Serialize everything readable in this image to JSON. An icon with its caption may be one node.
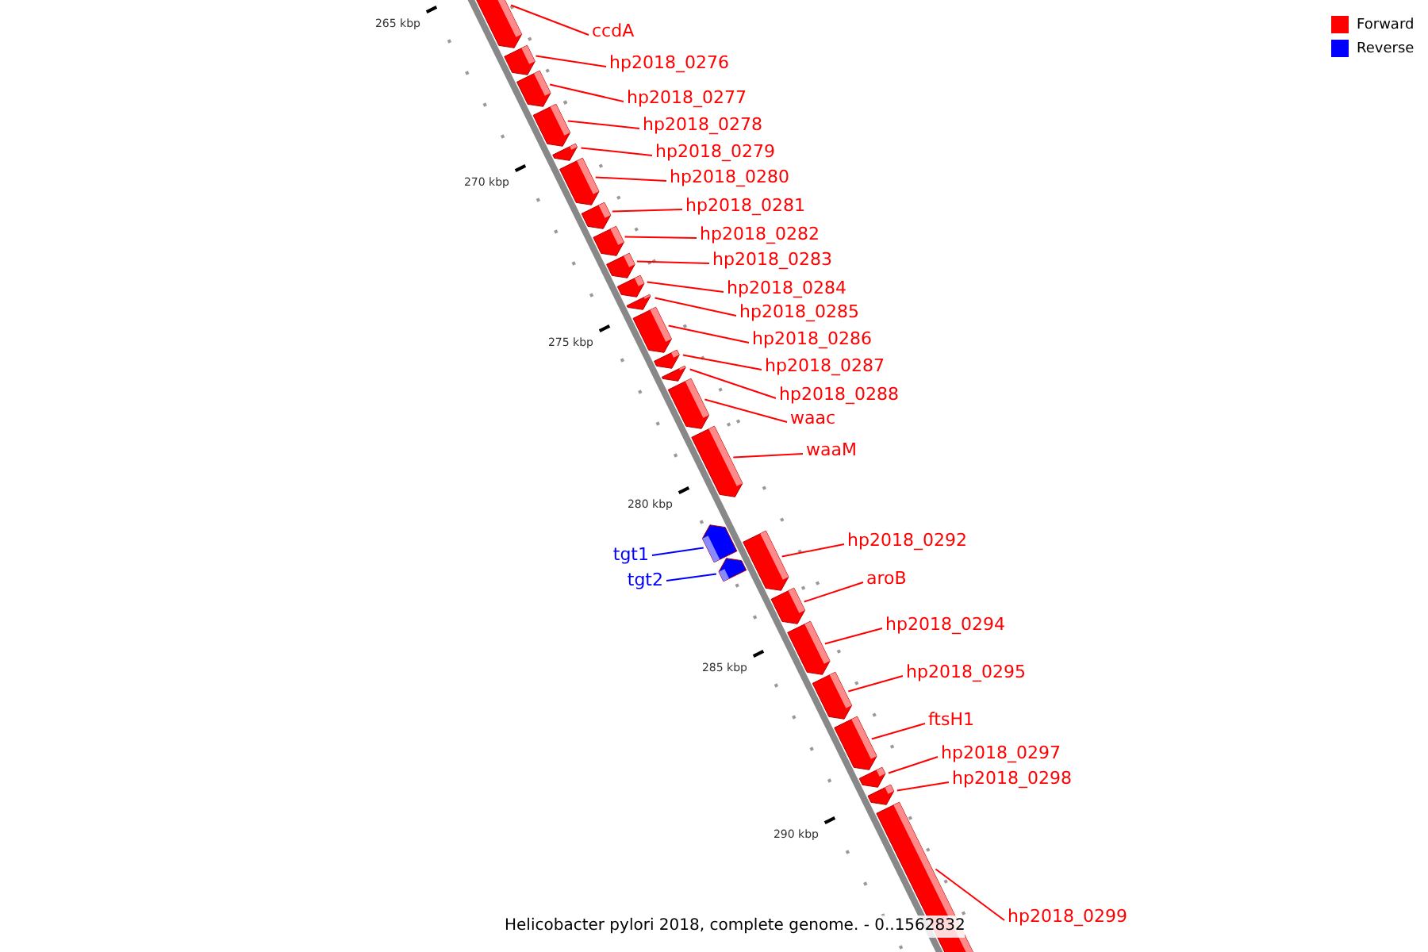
{
  "diagram": {
    "caption": "Helicobacter pylori 2018, complete genome. - 0..1562832",
    "nodes": [
      {
        "text": [
          "ccdA"
        ]
      },
      {
        "text": [],
        "shape": "bar"
      },
      {
        "text": [
          "hp2018_0276"
        ]
      },
      {
        "text": [],
        "shape": "bar"
      },
      {
        "text": [
          "hp2018_0277"
        ]
      },
      {
        "text": [],
        "shape": "bar"
      },
      {
        "text": [
          "hp2018_0278"
        ]
      },
      {
        "text": [],
        "shape": "bar"
      },
      {
        "text": [
          "hp2018_0279"
        ]
      },
      {
        "text": [],
        "shape": "bar"
      },
      {
        "text": [
          "hp2018_0280"
        ]
      },
      {
        "text": [],
        "shape": "bar"
      },
      {
        "text": [
          "hp2018_0281"
        ]
      },
      {
        "text": [],
        "shape": "bar"
      },
      {
        "text": [
          "hp2018_0282"
        ]
      },
      {
        "text": [],
        "shape": "bar"
      },
      {
        "text": [
          "hp2018_0283"
        ]
      },
      {
        "text": [],
        "shape": "bar"
      },
      {
        "text": [
          "hp2018_0284"
        ]
      },
      {
        "text": [],
        "shape": "bar"
      },
      {
        "text": [
          "hp2018_0285"
        ]
      },
      {
        "text": [],
        "shape": "bar"
      },
      {
        "text": [
          "hp2018_0286"
        ]
      },
      {
        "text": [],
        "shape": "bar"
      },
      {
        "text": [
          "hp2018_0287"
        ]
      },
      {
        "text": [],
        "shape": "bar"
      },
      {
        "text": [
          "hp2018_0288"
        ]
      },
      {
        "text": [],
        "shape": "bar"
      },
      {
        "text": [
          "waac"
        ]
      },
      {
        "text": [],
        "shape": "bar"
      },
      {
        "text": [
          "waaM"
        ]
      },
      {
        "text": [],
        "shape": "bar"
      },
      {
        "text": [
          "tgt1"
        ]
      },
      {
        "text": [],
        "shape": "bar"
      },
      {
        "text": [
          "tgt2"
        ]
      },
      {
        "text": [],
        "shape": "bar"
      },
      {
        "text": [
          "hp2018_0292"
        ]
      },
      {
        "text": [],
        "shape": "bar"
      },
      {
        "text": [
          "aroB"
        ]
      },
      {
        "text": [],
        "shape": "bar"
      },
      {
        "text": [
          "hp2018_0294"
        ]
      },
      {
        "text": [],
        "shape": "bar"
      },
      {
        "text": [
          "hp2018_0295"
        ]
      },
      {
        "text": [],
        "shape": "bar"
      },
      {
        "text": [
          "ftsH1"
        ]
      },
      {
        "text": [],
        "shape": "bar"
      },
      {
        "text": [
          "hp2018_0297"
        ]
      },
      {
        "text": [],
        "shape": "bar"
      },
      {
        "text": [
          "hp2018_0298"
        ]
      },
      {
        "text": [],
        "shape": "bar"
      },
      {
        "text": [
          "hp2018_0299"
        ]
      },
      {
        "text": [],
        "shape": "bar"
      }
    ],
    "edges": [
      {
        "from": 0,
        "to": 1,
        "arrow": "none"
      },
      {
        "from": 2,
        "to": 3,
        "arrow": "none"
      },
      {
        "from": 4,
        "to": 5,
        "arrow": "none"
      },
      {
        "from": 6,
        "to": 7,
        "arrow": "none"
      },
      {
        "from": 8,
        "to": 9,
        "arrow": "none"
      },
      {
        "from": 10,
        "to": 11,
        "arrow": "none"
      },
      {
        "from": 12,
        "to": 13,
        "arrow": "none"
      },
      {
        "from": 14,
        "to": 15,
        "arrow": "none"
      },
      {
        "from": 16,
        "to": 17,
        "arrow": "none"
      },
      {
        "from": 18,
        "to": 19,
        "arrow": "none"
      },
      {
        "from": 20,
        "to": 21,
        "arrow": "none"
      },
      {
        "from": 22,
        "to": 23,
        "arrow": "none"
      },
      {
        "from": 24,
        "to": 25,
        "arrow": "none"
      },
      {
        "from": 26,
        "to": 27,
        "arrow": "none"
      },
      {
        "from": 28,
        "to": 29,
        "arrow": "none"
      },
      {
        "from": 30,
        "to": 31,
        "arrow": "none"
      },
      {
        "from": 32,
        "to": 33,
        "arrow": "none",
        "color": "#0000ff"
      },
      {
        "from": 34,
        "to": 35,
        "arrow": "none",
        "color": "#0000ff"
      },
      {
        "from": 36,
        "to": 37,
        "arrow": "none"
      },
      {
        "from": 38,
        "to": 39,
        "arrow": "none"
      },
      {
        "from": 40,
        "to": 41,
        "arrow": "none"
      },
      {
        "from": 42,
        "to": 43,
        "arrow": "none"
      },
      {
        "from": 44,
        "to": 45,
        "arrow": "none"
      },
      {
        "from": 46,
        "to": 47,
        "arrow": "none"
      },
      {
        "from": 48,
        "to": 49,
        "arrow": "none"
      },
      {
        "from": 50,
        "to": 51,
        "arrow": "none"
      }
    ],
    "labels": [
      "265 kbp",
      "270 kbp",
      "275 kbp",
      "280 kbp",
      "285 kbp",
      "290 kbp"
    ],
    "legend": [
      {
        "text": "Forward",
        "color": "#ff0000"
      },
      {
        "text": "Reverse",
        "color": "#0000ff"
      }
    ]
  }
}
